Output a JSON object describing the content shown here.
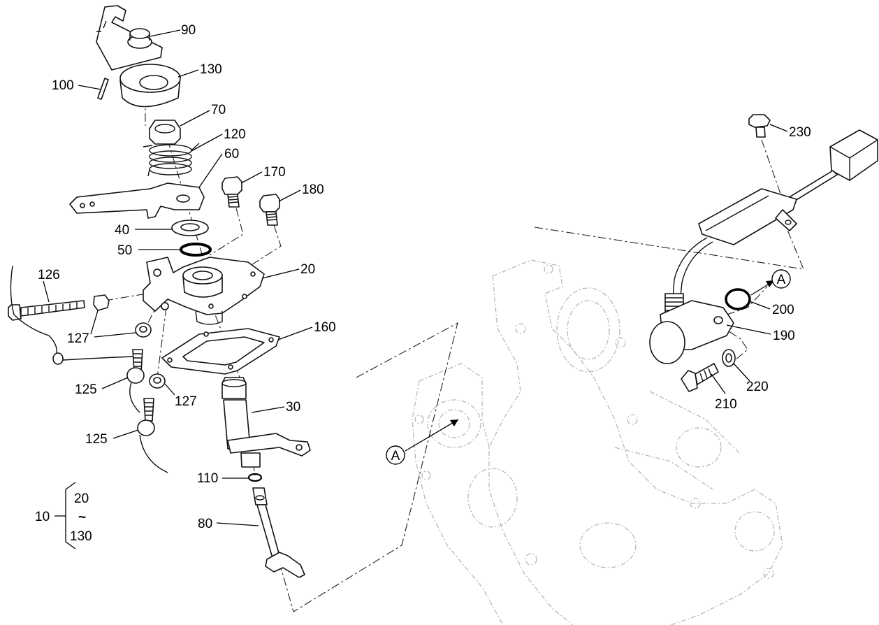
{
  "callouts": {
    "p90": "90",
    "p100": "100",
    "p130": "130",
    "p70": "70",
    "p120": "120",
    "p60": "60",
    "p170": "170",
    "p180": "180",
    "p40": "40",
    "p50": "50",
    "p20": "20",
    "p126": "126",
    "p127a": "127",
    "p160": "160",
    "p125a": "125",
    "p127b": "127",
    "p30": "30",
    "p125b": "125",
    "p110": "110",
    "p80": "80",
    "p230": "230",
    "p200": "200",
    "p190": "190",
    "p220": "220",
    "p210": "210"
  },
  "view_markers": {
    "a_left": "A",
    "a_right": "A"
  },
  "assembly_group": {
    "parent": "10",
    "from": "20",
    "range_symbol": "~",
    "to": "130"
  }
}
